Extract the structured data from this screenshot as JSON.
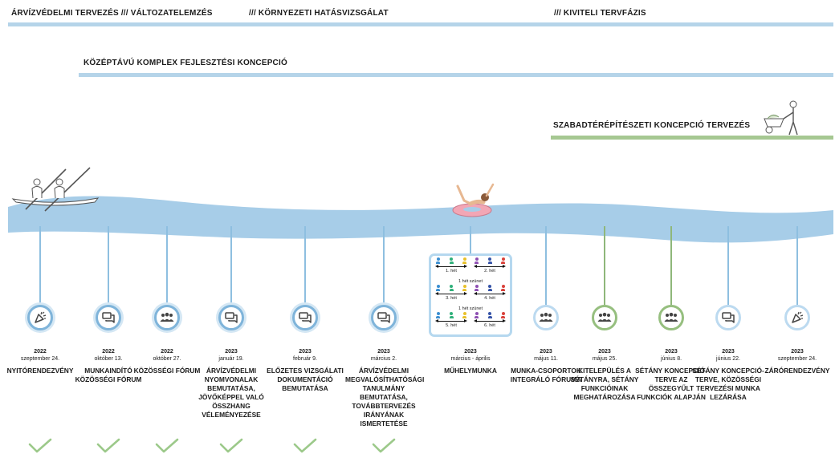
{
  "phases": {
    "top_left": "ÁRVÍZVÉDELMI TERVEZÉS /// VÁLTOZATELEMZÉS",
    "top_mid": "/// KÖRNYEZETI HATÁSVIZSGÁLAT",
    "top_right": "/// KIVITELI TERVFÁZIS",
    "mid": "KÖZÉPTÁVÚ KOMPLEX FEJLESZTÉSI KONCEPCIÓ",
    "low": "SZABADTÉRÉPÍTÉSZETI KONCEPCIÓ TERVEZÉS"
  },
  "colors": {
    "blue_bar": "#b5d4e9",
    "wave": "#a7cde8",
    "stem_blue": "#8ebfe0",
    "stem_green": "#8fb77a",
    "green_bar": "#a6c892",
    "check": "#9cc98a",
    "icon": "#444444"
  },
  "events": [
    {
      "year": "2022",
      "date": "szeptember 24.",
      "title": "Nyitórendezvény",
      "icon": "party-popper-icon",
      "style": "blue",
      "checked": true
    },
    {
      "year": "2022",
      "date": "október 13.",
      "title": "Munkaindító közösségi fórum",
      "icon": "chat-bubble-icon",
      "style": "blue",
      "checked": true
    },
    {
      "year": "2022",
      "date": "október 27.",
      "title": "Közösségi fórum",
      "icon": "group-icon",
      "style": "blue",
      "checked": true
    },
    {
      "year": "2023",
      "date": "január 19.",
      "title": "Árvízvédelmi nyomvonalak bemutatása, jövőképpel való összhang véleményezése",
      "icon": "chat-bubble-icon",
      "style": "blue",
      "checked": true
    },
    {
      "year": "2023",
      "date": "február 9.",
      "title": "Előzetes vizsgálati dokumentáció bemutatása",
      "icon": "chat-bubble-icon",
      "style": "blue",
      "checked": true
    },
    {
      "year": "2023",
      "date": "március 2.",
      "title": "Árvízvédelmi megvalósíthatósági tanulmány bemutatása, továbbtervezés irányának ismertetése",
      "icon": "chat-bubble-icon",
      "style": "blue",
      "checked": true
    },
    {
      "year": "2023",
      "date": "március - április",
      "title": "Műhelymunka",
      "icon": "workshop-icon",
      "style": "workshop",
      "checked": false
    },
    {
      "year": "2023",
      "date": "május 11.",
      "title": "Munka-csoportok integráló fóruma",
      "icon": "group-icon",
      "style": "light",
      "checked": false
    },
    {
      "year": "2023",
      "date": "május 25.",
      "title": "Kitelepülés a sétányra, sétány funkcióinak meghatározása",
      "icon": "group-icon",
      "style": "green",
      "checked": false
    },
    {
      "year": "2023",
      "date": "június 8.",
      "title": "Sétány koncepció-terve az összegyűlt funkciók alapján",
      "icon": "group-icon",
      "style": "green",
      "checked": false
    },
    {
      "year": "2023",
      "date": "június 22.",
      "title": "Sétány koncepció-terve, közösségi tervezési munka lezárása",
      "icon": "chat-bubble-icon",
      "style": "light",
      "checked": false
    },
    {
      "year": "2023",
      "date": "szeptember 24.",
      "title": "Zárórendezvény",
      "icon": "party-popper-icon",
      "style": "light",
      "checked": false
    }
  ],
  "workshop": {
    "weeks": [
      "1. hét",
      "2. hét",
      "3. hét",
      "4. hét",
      "5. hét",
      "6. hét"
    ],
    "break_label": "1 hét szünet",
    "person_colors": [
      "#3b8fd1",
      "#2fb07a",
      "#e8c12a",
      "#8e4fb3",
      "#3553a7",
      "#d9413a"
    ]
  }
}
